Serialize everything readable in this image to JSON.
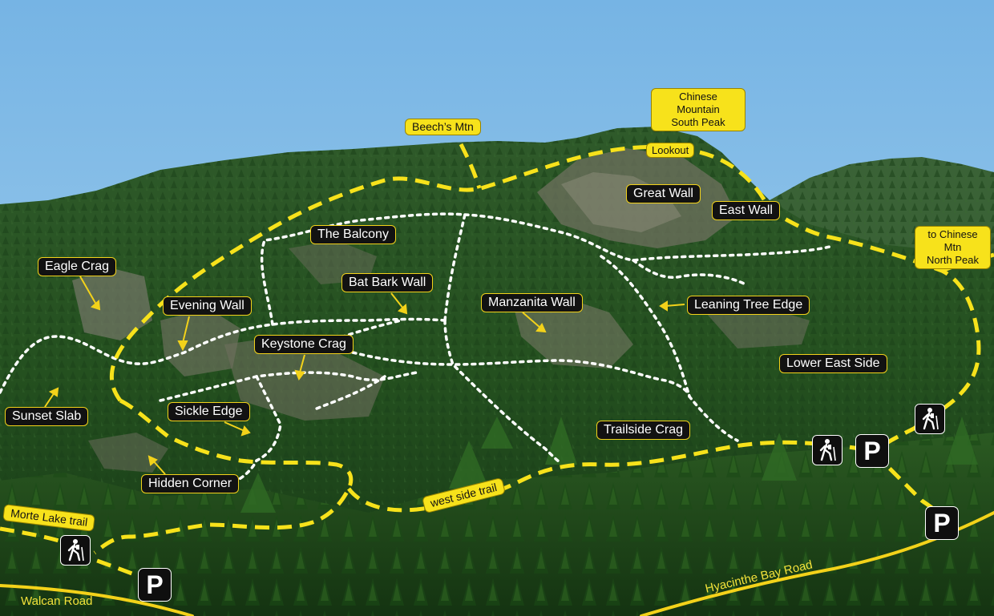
{
  "peak_labels": {
    "beechs_mtn": "Beech’s Mtn",
    "chinese_south_line1": "Chinese Mountain",
    "chinese_south_line2": "South Peak",
    "lookout": "Lookout",
    "chinese_north_line1": "to Chinese Mtn",
    "chinese_north_line2": "North Peak"
  },
  "crags": {
    "great_wall": "Great Wall",
    "east_wall": "East Wall",
    "the_balcony": "The Balcony",
    "eagle_crag": "Eagle Crag",
    "bat_bark_wall": "Bat Bark Wall",
    "evening_wall": "Evening Wall",
    "manzanita_wall": "Manzanita Wall",
    "leaning_tree_edge": "Leaning Tree Edge",
    "keystone_crag": "Keystone Crag",
    "lower_east_side": "Lower East Side",
    "sunset_slab": "Sunset Slab",
    "sickle_edge": "Sickle Edge",
    "trailside_crag": "Trailside Crag",
    "hidden_corner": "Hidden Corner"
  },
  "trails": {
    "west_side_trail": "west side trail",
    "morte_lake_trail": "Morte Lake trail"
  },
  "roads": {
    "walcan_road": "Walcan Road",
    "hyacinthe_bay_road": "Hyacinthe Bay Road"
  },
  "map_icons": {
    "parking_letter": "P",
    "parking_icon": "parking-icon",
    "trailhead_icon": "hiker-icon"
  },
  "colors": {
    "sky": "#7ab8e6",
    "trail_yellow": "#f7e21b",
    "climbing_path_white": "#ffffff",
    "road_yellow": "#f3d21a",
    "label_dark": "#121212"
  }
}
